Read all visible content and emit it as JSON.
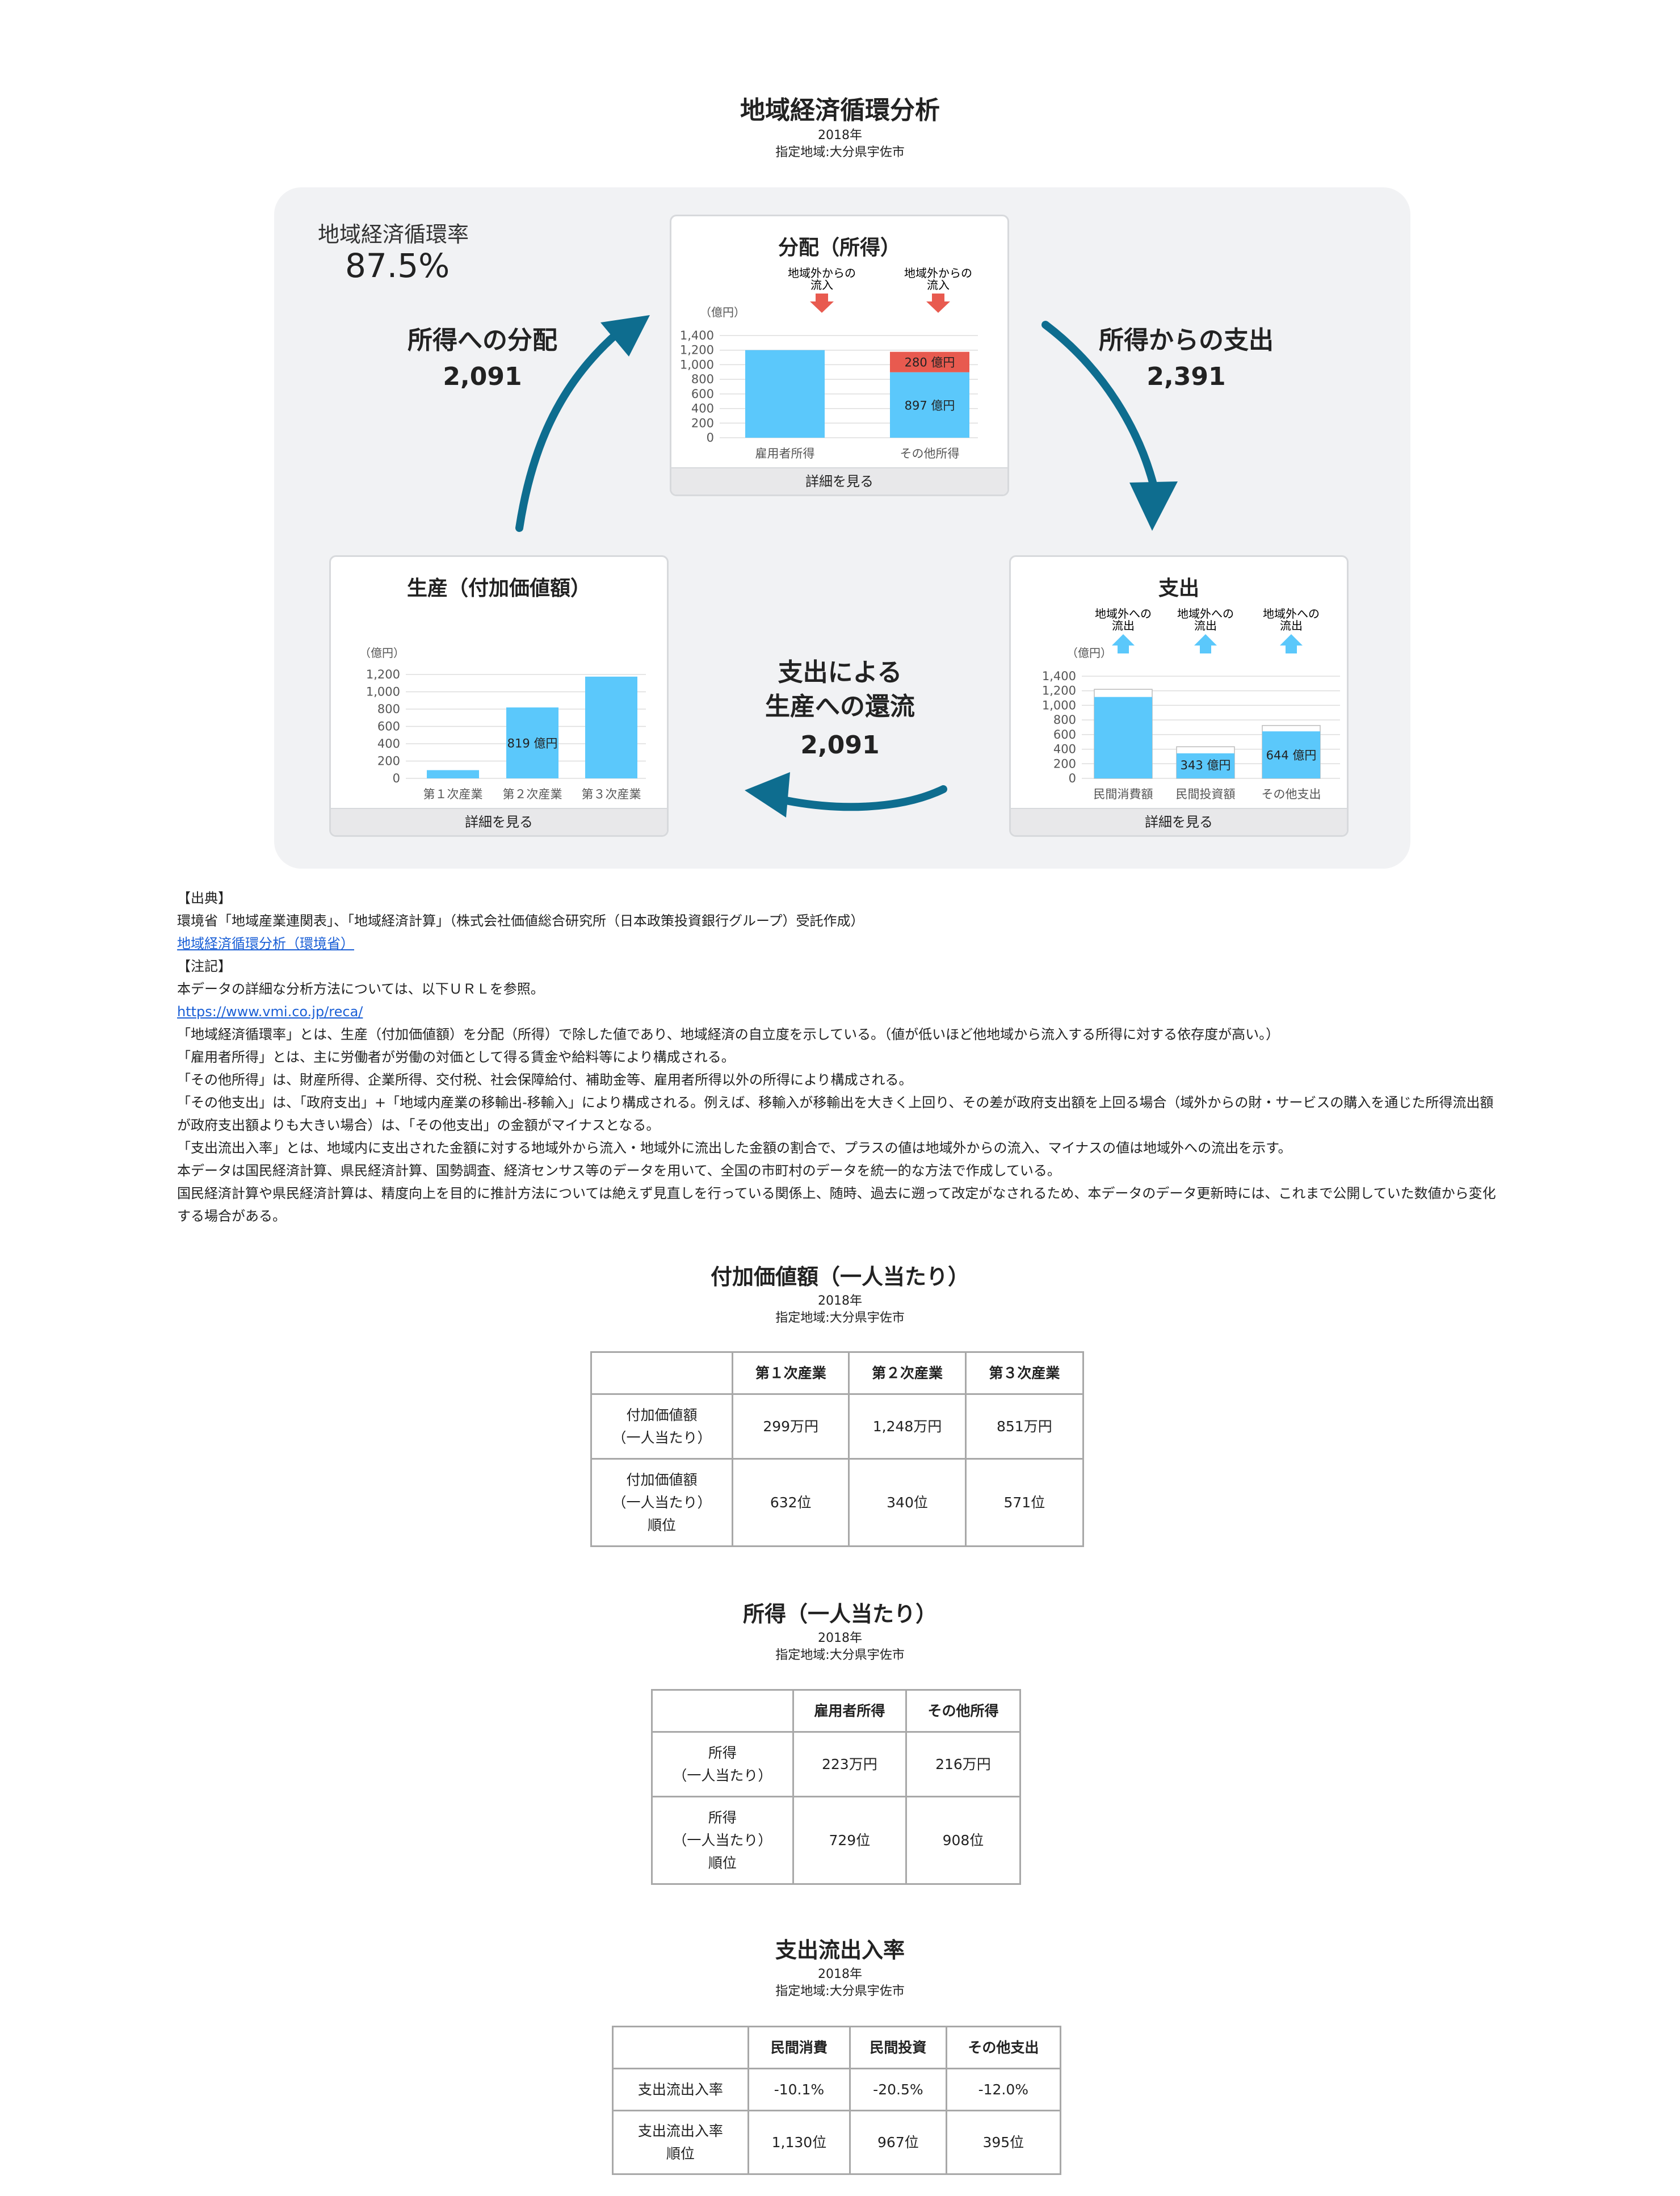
{
  "main": {
    "title": "地域経済循環分析",
    "year": "2018年",
    "region": "指定地域:大分県宇佐市"
  },
  "circulation": {
    "rate_label": "地域経済循環率",
    "rate_value": "87.5%",
    "flows": {
      "to_income": {
        "label": "所得への分配",
        "value": "2,091"
      },
      "from_income": {
        "label": "所得からの支出",
        "value": "2,391"
      },
      "return": {
        "label_line1": "支出による",
        "label_line2": "生産への還流",
        "value": "2,091"
      }
    },
    "arrow_color": "#0e6d8f",
    "bar_color": "#5bc8fb",
    "inflow_color": "#e85a4f",
    "outflow_arrow_color": "#5bc8fb"
  },
  "cards": {
    "distribution": {
      "title": "分配（所得）",
      "unit": "（億円）",
      "flow_note_line1": "地域外からの",
      "flow_note_line2": "流入",
      "ticks": [
        "0",
        "200",
        "400",
        "600",
        "800",
        "1,000",
        "1,200",
        "1,400"
      ],
      "categories": [
        "雇用者所得",
        "その他所得"
      ],
      "inflow_label": "280 億円",
      "base_label": "897 億円",
      "footer": "詳細を見る"
    },
    "production": {
      "title": "生産（付加価値額）",
      "unit": "（億円）",
      "ticks": [
        "0",
        "200",
        "400",
        "600",
        "800",
        "1,000",
        "1,200"
      ],
      "categories": [
        "第１次産業",
        "第２次産業",
        "第３次産業"
      ],
      "bar_label": "819 億円",
      "footer": "詳細を見る"
    },
    "expenditure": {
      "title": "支出",
      "unit": "（億円）",
      "flow_note_line1": "地域外への",
      "flow_note_line2": "流出",
      "ticks": [
        "0",
        "200",
        "400",
        "600",
        "800",
        "1,000",
        "1,200",
        "1,400"
      ],
      "categories": [
        "民間消費額",
        "民間投資額",
        "その他支出"
      ],
      "invest_label": "343 億円",
      "other_label": "644 億円",
      "footer": "詳細を見る"
    }
  },
  "chart_data": [
    {
      "type": "bar",
      "title": "分配（所得）",
      "ylabel": "（億円）",
      "categories": [
        "雇用者所得",
        "その他所得"
      ],
      "series": [
        {
          "name": "",
          "values": [
            1200,
            897
          ]
        },
        {
          "name": "地域外からの流入",
          "values": [
            0,
            280
          ]
        }
      ],
      "ylim": [
        0,
        1400
      ]
    },
    {
      "type": "bar",
      "title": "生産（付加価値額）",
      "ylabel": "（億円）",
      "categories": [
        "第１次産業",
        "第２次産業",
        "第３次産業"
      ],
      "values": [
        95,
        819,
        1175
      ],
      "ylim": [
        0,
        1200
      ]
    },
    {
      "type": "bar",
      "title": "支出",
      "ylabel": "（億円）",
      "categories": [
        "民間消費額",
        "民間投資額",
        "その他支出"
      ],
      "values": [
        1115,
        343,
        644
      ],
      "outflow_values": [
        105,
        90,
        80
      ],
      "ylim": [
        0,
        1400
      ]
    }
  ],
  "notes": {
    "source_heading": "【出典】",
    "source_text": "環境省「地域産業連関表」、「地域経済計算」（株式会社価値総合研究所（日本政策投資銀行グループ）受託作成）",
    "source_link": "地域経済循環分析（環境省）",
    "note_heading": "【注記】",
    "lines": [
      "本データの詳細な分析方法については、以下ＵＲＬを参照。",
      "「地域経済循環率」とは、生産（付加価値額）を分配（所得）で除した値であり、地域経済の自立度を示している。（値が低いほど他地域から流入する所得に対する依存度が高い。）",
      "「雇用者所得」とは、主に労働者が労働の対価として得る賃金や給料等により構成される。",
      "「その他所得」は、財産所得、企業所得、交付税、社会保障給付、補助金等、雇用者所得以外の所得により構成される。",
      "「その他支出」は、「政府支出」+「地域内産業の移輸出-移輸入」により構成される。例えば、移輸入が移輸出を大きく上回り、その差が政府支出額を上回る場合（域外からの財・サービスの購入を通じた所得流出額が政府支出額よりも大きい場合）は、「その他支出」の金額がマイナスとなる。",
      "「支出流出入率」とは、地域内に支出された金額に対する地域外から流入・地域外に流出した金額の割合で、プラスの値は地域外からの流入、マイナスの値は地域外への流出を示す。",
      "本データは国民経済計算、県民経済計算、国勢調査、経済センサス等のデータを用いて、全国の市町村のデータを統一的な方法で作成している。",
      "国民経済計算や県民経済計算は、精度向上を目的に推計方法については絶えず見直しを行っている関係上、随時、過去に遡って改定がなされるため、本データのデータ更新時には、これまで公開していた数値から変化する場合がある。"
    ],
    "url": "https://www.vmi.co.jp/reca/"
  },
  "value_added": {
    "title": "付加価値額（一人当たり）",
    "year": "2018年",
    "region": "指定地域:大分県宇佐市",
    "headers": [
      "",
      "第１次産業",
      "第２次産業",
      "第３次産業"
    ],
    "row1_label_1": "付加価値額",
    "row1_label_2": "（一人当たり）",
    "row1": [
      "299万円",
      "1,248万円",
      "851万円"
    ],
    "row2_label_1": "付加価値額",
    "row2_label_2": "（一人当たり）",
    "row2_label_3": "順位",
    "row2": [
      "632位",
      "340位",
      "571位"
    ]
  },
  "income": {
    "title": "所得（一人当たり）",
    "year": "2018年",
    "region": "指定地域:大分県宇佐市",
    "headers": [
      "",
      "雇用者所得",
      "その他所得"
    ],
    "row1_label_1": "所得",
    "row1_label_2": "（一人当たり）",
    "row1": [
      "223万円",
      "216万円"
    ],
    "row2_label_1": "所得",
    "row2_label_2": "（一人当たり）",
    "row2_label_3": "順位",
    "row2": [
      "729位",
      "908位"
    ]
  },
  "expenditure_rate": {
    "title": "支出流出入率",
    "year": "2018年",
    "region": "指定地域:大分県宇佐市",
    "headers": [
      "",
      "民間消費",
      "民間投資",
      "その他支出"
    ],
    "row1_label": "支出流出入率",
    "row1": [
      "-10.1%",
      "-20.5%",
      "-12.0%"
    ],
    "row2_label_1": "支出流出入率",
    "row2_label_2": "順位",
    "row2": [
      "1,130位",
      "967位",
      "395位"
    ]
  }
}
